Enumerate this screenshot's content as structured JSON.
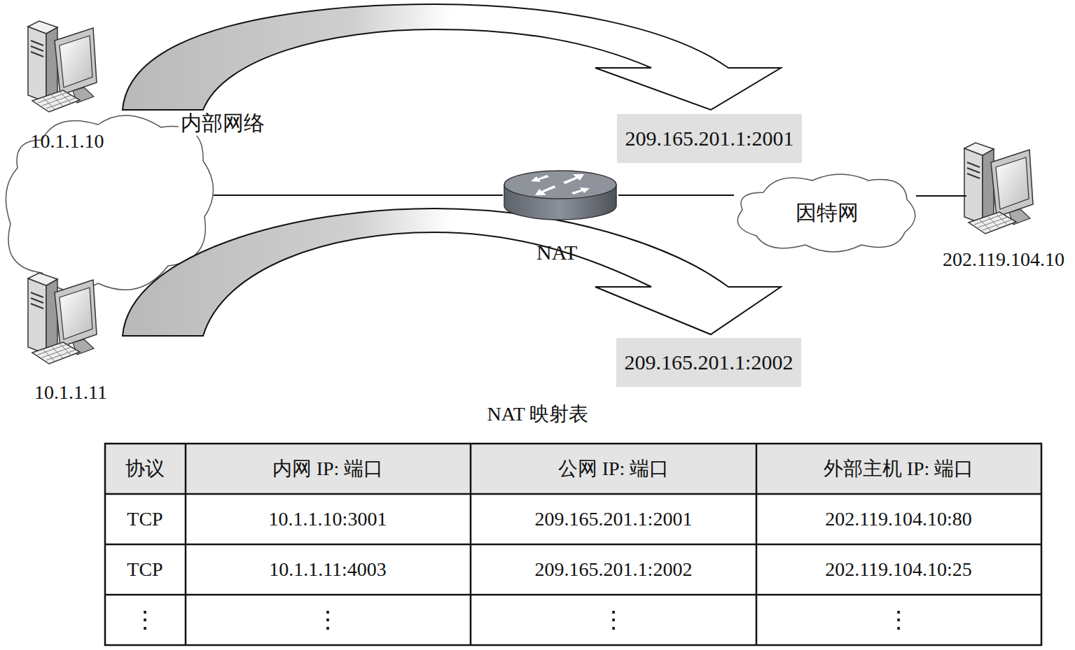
{
  "diagram": {
    "nodes": [
      {
        "text": [
          "内部网络"
        ]
      },
      {
        "text": [
          "NAT"
        ]
      },
      {
        "text": [
          "因特网"
        ]
      },
      {
        "text": [
          "209.165.201.1:2001"
        ]
      },
      {
        "text": [
          "209.165.201.1:2002"
        ]
      }
    ],
    "edges": [
      {
        "from": 0,
        "to": 1,
        "arrow": "none"
      },
      {
        "from": 1,
        "to": 2,
        "arrow": "none"
      }
    ],
    "labels": [
      "10.1.1.10",
      "10.1.1.11",
      "202.119.104.10",
      "NAT 映射表",
      "协议",
      "内网 IP: 端口",
      "公网 IP: 端口",
      "外部主机 IP: 端口",
      "TCP",
      "10.1.1.10:3001",
      "209.165.201.1:2001",
      "202.119.104.10:80",
      "TCP",
      "10.1.1.11:4003",
      "209.165.201.1:2002",
      "202.119.104.10:25",
      "⋮",
      "⋮",
      "⋮",
      "⋮"
    ]
  }
}
